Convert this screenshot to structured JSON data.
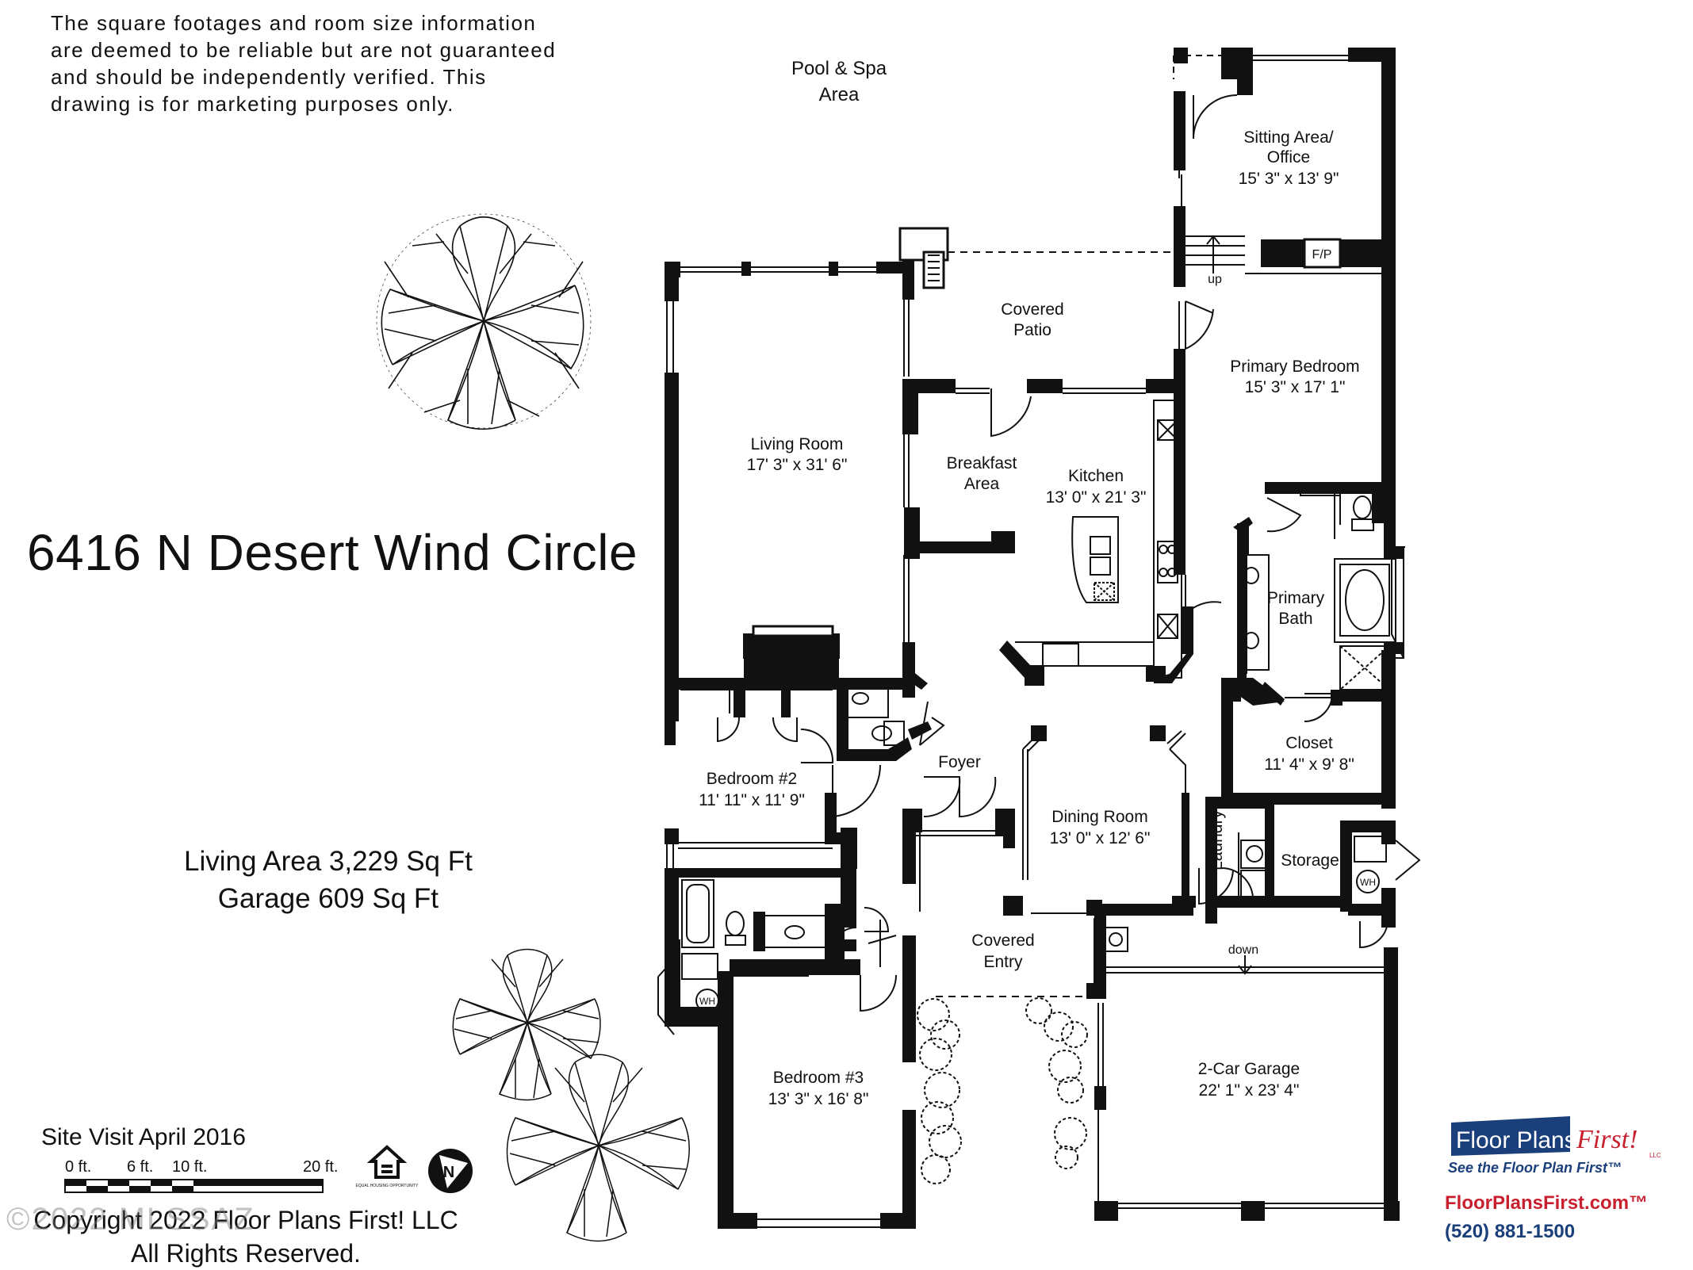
{
  "disclaimer": "The square footages and room size information are deemed to be reliable but are not guaranteed and should be independently verified. This drawing is for marketing purposes only.",
  "address": "6416 N Desert Wind Circle",
  "areas": {
    "living": "Living Area 3,229 Sq Ft",
    "garage": "Garage 609 Sq Ft"
  },
  "site_visit": "Site Visit April 2016",
  "scale": {
    "t0": "0 ft.",
    "t6": "6 ft.",
    "t10": "10 ft.",
    "t20": "20 ft."
  },
  "copyright": {
    "line1": "Copyright 2022 Floor Plans First! LLC",
    "line2": "All Rights Reserved."
  },
  "watermark": "©2022 MLSSAZ",
  "brand": {
    "name1": "Floor Plans",
    "name2": "First!",
    "tagline": "See the Floor Plan First™",
    "website": "FloorPlansFirst.com™",
    "phone": "(520) 881-1500",
    "llc": "LLC"
  },
  "icons": {
    "eho": "equal-housing-opportunity-icon",
    "eho_text": "EQUAL HOUSING OPPORTUNITY",
    "north": "N"
  },
  "rooms": {
    "pool": {
      "l1": "Pool & Spa",
      "l2": "Area"
    },
    "sitting": {
      "l1": "Sitting Area/",
      "l2": "Office",
      "dim": "15' 3\" x 13' 9\""
    },
    "fp": "F/P",
    "up": "up",
    "patio": {
      "l1": "Covered",
      "l2": "Patio"
    },
    "primary_bed": {
      "l1": "Primary Bedroom",
      "dim": "15' 3\" x 17' 1\""
    },
    "living": {
      "l1": "Living Room",
      "dim": "17' 3\" x 31' 6\""
    },
    "breakfast": {
      "l1": "Breakfast",
      "l2": "Area"
    },
    "kitchen": {
      "l1": "Kitchen",
      "dim": "13' 0\" x 21' 3\""
    },
    "primary_bath": {
      "l1": "Primary",
      "l2": "Bath"
    },
    "closet": {
      "l1": "Closet",
      "dim": "11' 4\" x 9' 8\""
    },
    "bedroom2": {
      "l1": "Bedroom #2",
      "dim": "11' 11\" x 11' 9\""
    },
    "foyer": "Foyer",
    "dining": {
      "l1": "Dining Room",
      "dim": "13' 0\" x 12' 6\""
    },
    "laundry": "Laundry",
    "storage": "Storage",
    "wh": "WH",
    "entry": {
      "l1": "Covered",
      "l2": "Entry"
    },
    "down": "down",
    "garage": {
      "l1": "2-Car Garage",
      "dim": "22' 1\" x 23' 4\""
    },
    "bedroom3": {
      "l1": "Bedroom #3",
      "dim": "13' 3\" x 16' 8\""
    }
  }
}
